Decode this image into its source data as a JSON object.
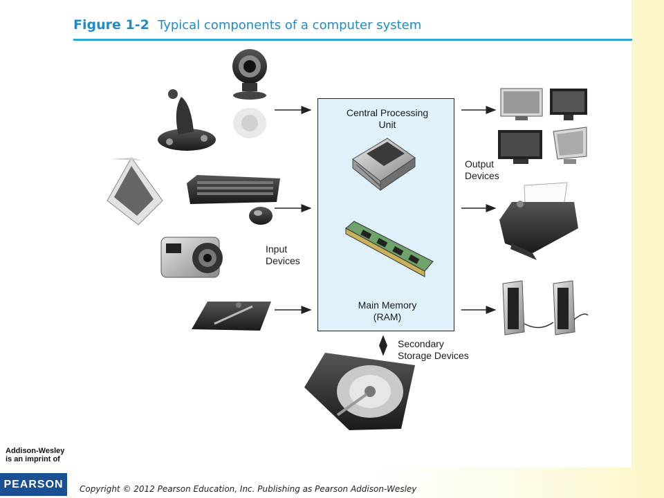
{
  "figure": {
    "label": "Figure 1-2",
    "caption": "Typical components of a computer system"
  },
  "diagram": {
    "cpu_label": "Central Processing\nUnit",
    "memory_label": "Main Memory\n(RAM)",
    "input_label": "Input\nDevices",
    "output_label": "Output\nDevices",
    "storage_label": "Secondary\nStorage Devices"
  },
  "footer": {
    "publisher_name": "Addison-Wesley",
    "publisher_sub": "is an imprint of",
    "pearson": "PEARSON",
    "copyright": "Copyright © 2012 Pearson Education, Inc. Publishing as Pearson Addison-Wesley"
  },
  "colors": {
    "title_blue": "#1d8bc9",
    "rule_blue": "#2aa6dc",
    "cpu_box_fill": "#dff2fb",
    "pearson_blue": "#1b4f93"
  }
}
